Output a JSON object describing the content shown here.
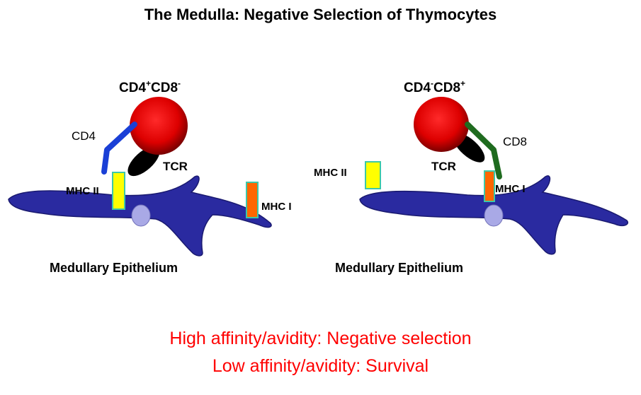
{
  "title": "The Medulla: Negative Selection of Thymocytes",
  "left": {
    "cell_label": "CD4",
    "cell_label_sup1": "+",
    "cell_label_mid": "CD8",
    "cell_label_sup2": "-",
    "coreceptor": "CD4",
    "tcr": "TCR",
    "mhc_ii": "MHC II",
    "mhc_i": "MHC I",
    "epithelium": "Medullary Epithelium"
  },
  "right": {
    "cell_label": "CD4",
    "cell_label_sup1": "-",
    "cell_label_mid": "CD8",
    "cell_label_sup2": "+",
    "coreceptor": "CD8",
    "tcr": "TCR",
    "mhc_ii": "MHC II",
    "mhc_i": "MHC I",
    "epithelium": "Medullary Epithelium"
  },
  "footer": {
    "line1": "High affinity/avidity: Negative selection",
    "line2": "Low affinity/avidity: Survival"
  },
  "colors": {
    "cell": "#dd0000",
    "epithelium": "#2a2aa0",
    "nucleus": "#a9a9e6",
    "tcr": "#000000",
    "cd4": "#1a3fd6",
    "cd8": "#1f6b1f",
    "mhc_ii": "#ffff00",
    "mhc_i": "#ff6600",
    "mhc_border": "#3cc8a8",
    "footer_text": "#ff0000"
  }
}
